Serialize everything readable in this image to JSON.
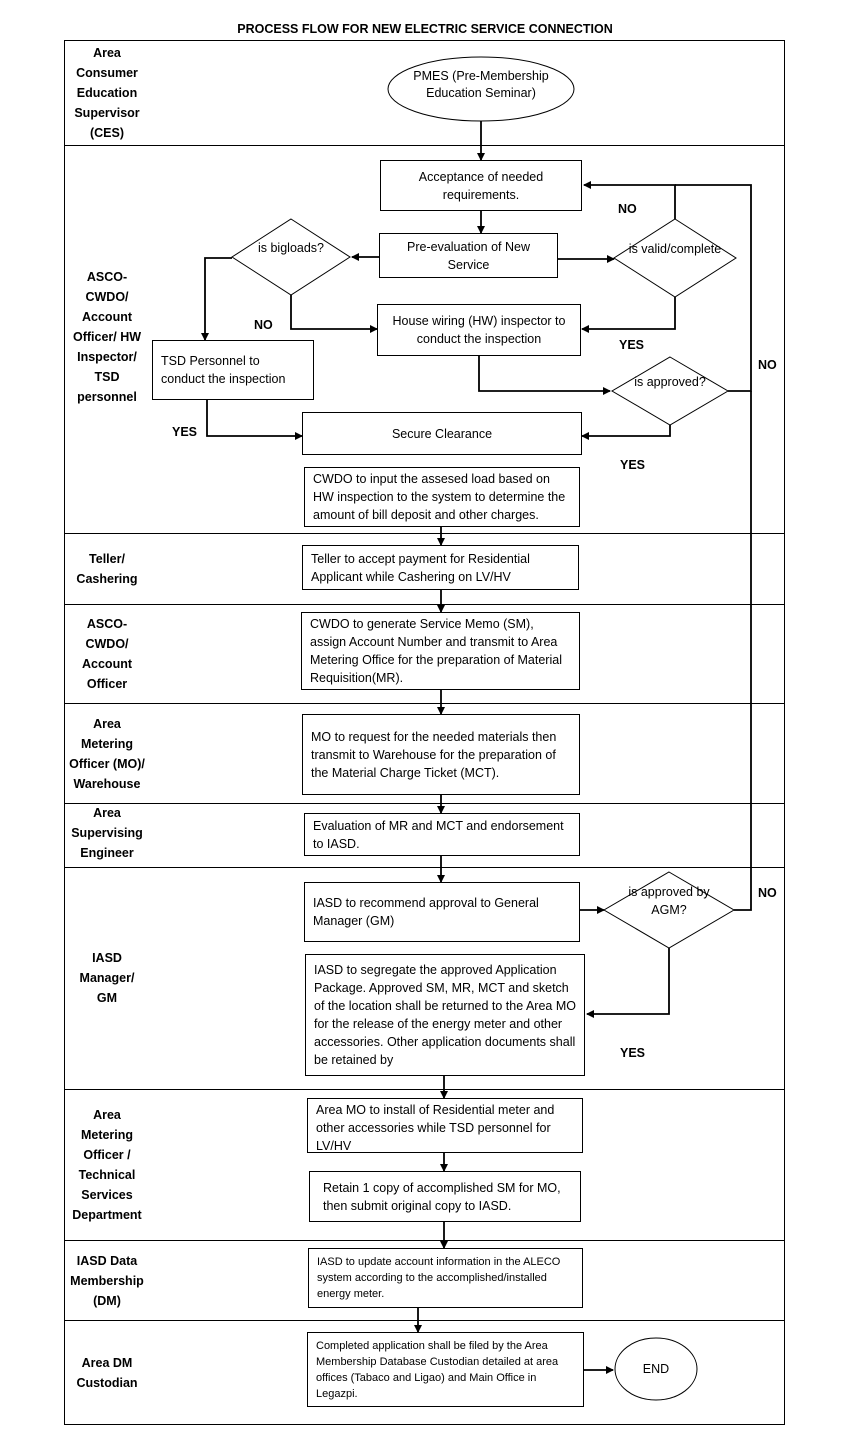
{
  "title": "PROCESS FLOW FOR NEW ELECTRIC SERVICE CONNECTION",
  "lanes": [
    "Area Consumer Education Supervisor (CES)",
    "ASCO- CWDO/ Account Officer/ HW Inspector/ TSD personnel",
    "Teller/ Cashering",
    "ASCO- CWDO/ Account Officer",
    "Area Metering Officer (MO)/ Warehouse",
    "Area Supervising Engineer",
    "IASD Manager/ GM",
    "Area Metering Officer / Technical Services Department",
    "IASD Data Membership (DM)",
    "Area DM Custodian"
  ],
  "nodes": {
    "pmes": "PMES (Pre-Membership Education Seminar)",
    "accept": "Acceptance of needed requirements.",
    "preeval": "Pre-evaluation of New Service",
    "bigloads": "is bigloads?",
    "valid": "is valid/complete",
    "hw": "House wiring (HW) inspector to conduct the inspection",
    "tsd": "TSD Personnel to conduct the inspection",
    "approved": "is approved?",
    "clearance": "Secure Clearance",
    "cwdo_input": "CWDO to input the assesed load based on HW inspection to the system to determine the amount of bill deposit and other charges.",
    "teller": "Teller to accept payment for Residential Applicant while Cashering on LV/HV",
    "cwdo_sm": "CWDO to generate Service Memo (SM), assign Account Number and transmit to Area Metering Office for the preparation of Material Requisition(MR).",
    "mo_request": "MO to request for the needed materials then transmit to Warehouse for the preparation of the Material Charge Ticket (MCT).",
    "eval_mr": "Evaluation of MR and MCT and endorsement to IASD.",
    "iasd_rec": "IASD to recommend approval to General Manager (GM)",
    "approved_agm": "is approved by AGM?",
    "iasd_seg": "IASD to segregate the approved Application Package. Approved SM, MR, MCT and sketch of the location shall be returned to the Area MO for the release of the energy meter and other accessories. Other application documents shall be retained by",
    "mo_install": "Area MO to install of Residential meter and other accessories while TSD personnel for LV/HV",
    "retain": "Retain 1 copy of accomplished SM for MO, then submit original copy to IASD.",
    "iasd_update": "IASD to update account information in the ALECO system according to the accomplished/installed energy meter.",
    "completed": "Completed application shall be filed by the Area Membership Database Custodian detailed at area offices (Tabaco and Ligao) and Main Office in Legazpi.",
    "end": "END"
  },
  "labels": {
    "no_valid": "NO",
    "no_bigloads": "NO",
    "yes_valid": "YES",
    "no_approved": "NO",
    "yes_tsd": "YES",
    "yes_approved": "YES",
    "no_agm": "NO",
    "yes_agm": "YES"
  }
}
